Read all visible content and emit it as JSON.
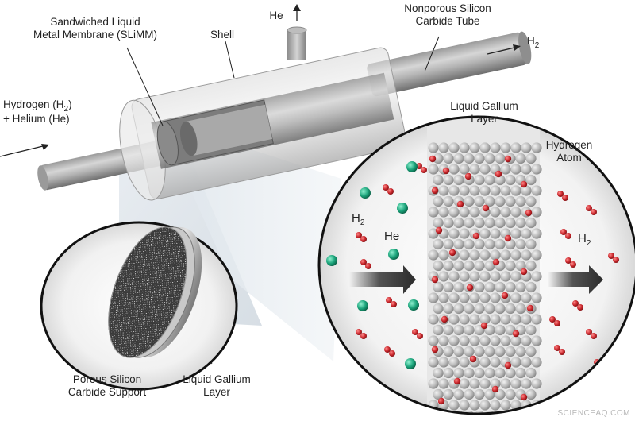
{
  "labels": {
    "slimm": [
      "Sandwiched Liquid",
      "Metal Membrane (SLiMM)"
    ],
    "shell": "Shell",
    "he_out": "He",
    "tube": [
      "Nonporous Silicon",
      "Carbide Tube"
    ],
    "h2_out": {
      "base": "H",
      "sub": "2"
    },
    "feed": {
      "line1_base": "Hydrogen (H",
      "line1_sub": "2",
      "line1_end": ")",
      "line2": "+ Helium (He)"
    },
    "gallium_top": [
      "Liquid Gallium",
      "Layer"
    ],
    "hydrogen_atom": [
      "Hydrogen",
      "Atom"
    ],
    "porous": [
      "Porous Silicon",
      "Carbide Support"
    ],
    "gallium_bottom": [
      "Liquid Gallium",
      "Layer"
    ],
    "zoom_h2_left": {
      "base": "H",
      "sub": "2"
    },
    "zoom_he": "He",
    "zoom_h2_right": {
      "base": "H",
      "sub": "2"
    }
  },
  "colors": {
    "gallium_atom": "#b9b9b9",
    "hydrogen_atom": "#c8262b",
    "helium_atom": "#1aa37a",
    "arrow": "#2b2b2b"
  },
  "watermark": "SCIENCEAQ.COM"
}
